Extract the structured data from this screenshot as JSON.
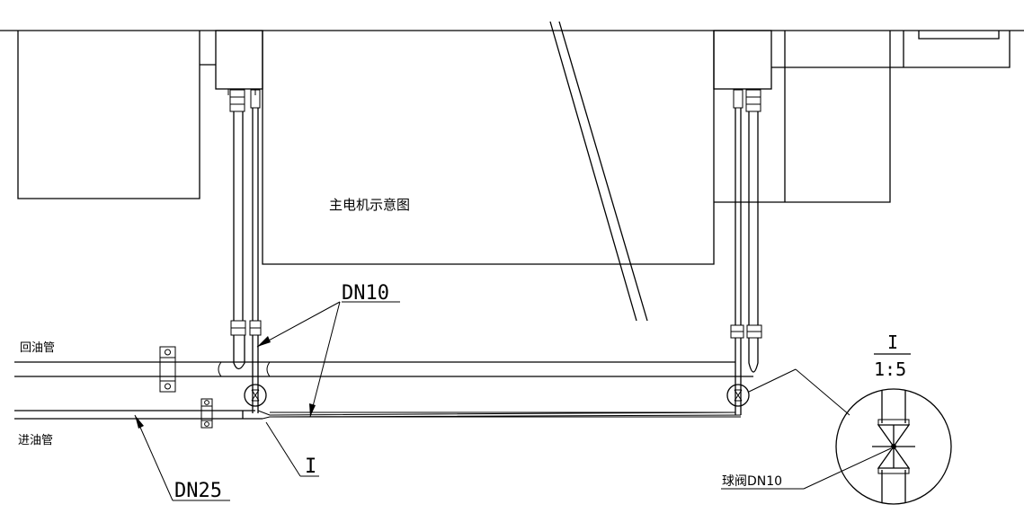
{
  "labels": {
    "motor": "主电机示意图",
    "dn10_top": "DN10",
    "return_pipe": "回油管",
    "supply_pipe": "进油管",
    "dn25": "DN25",
    "detail_mark": "I",
    "detail_title": "I",
    "detail_scale": "1:5",
    "ball_valve": "球阀DN10"
  },
  "colors": {
    "line": "#000000",
    "background": "#ffffff"
  }
}
